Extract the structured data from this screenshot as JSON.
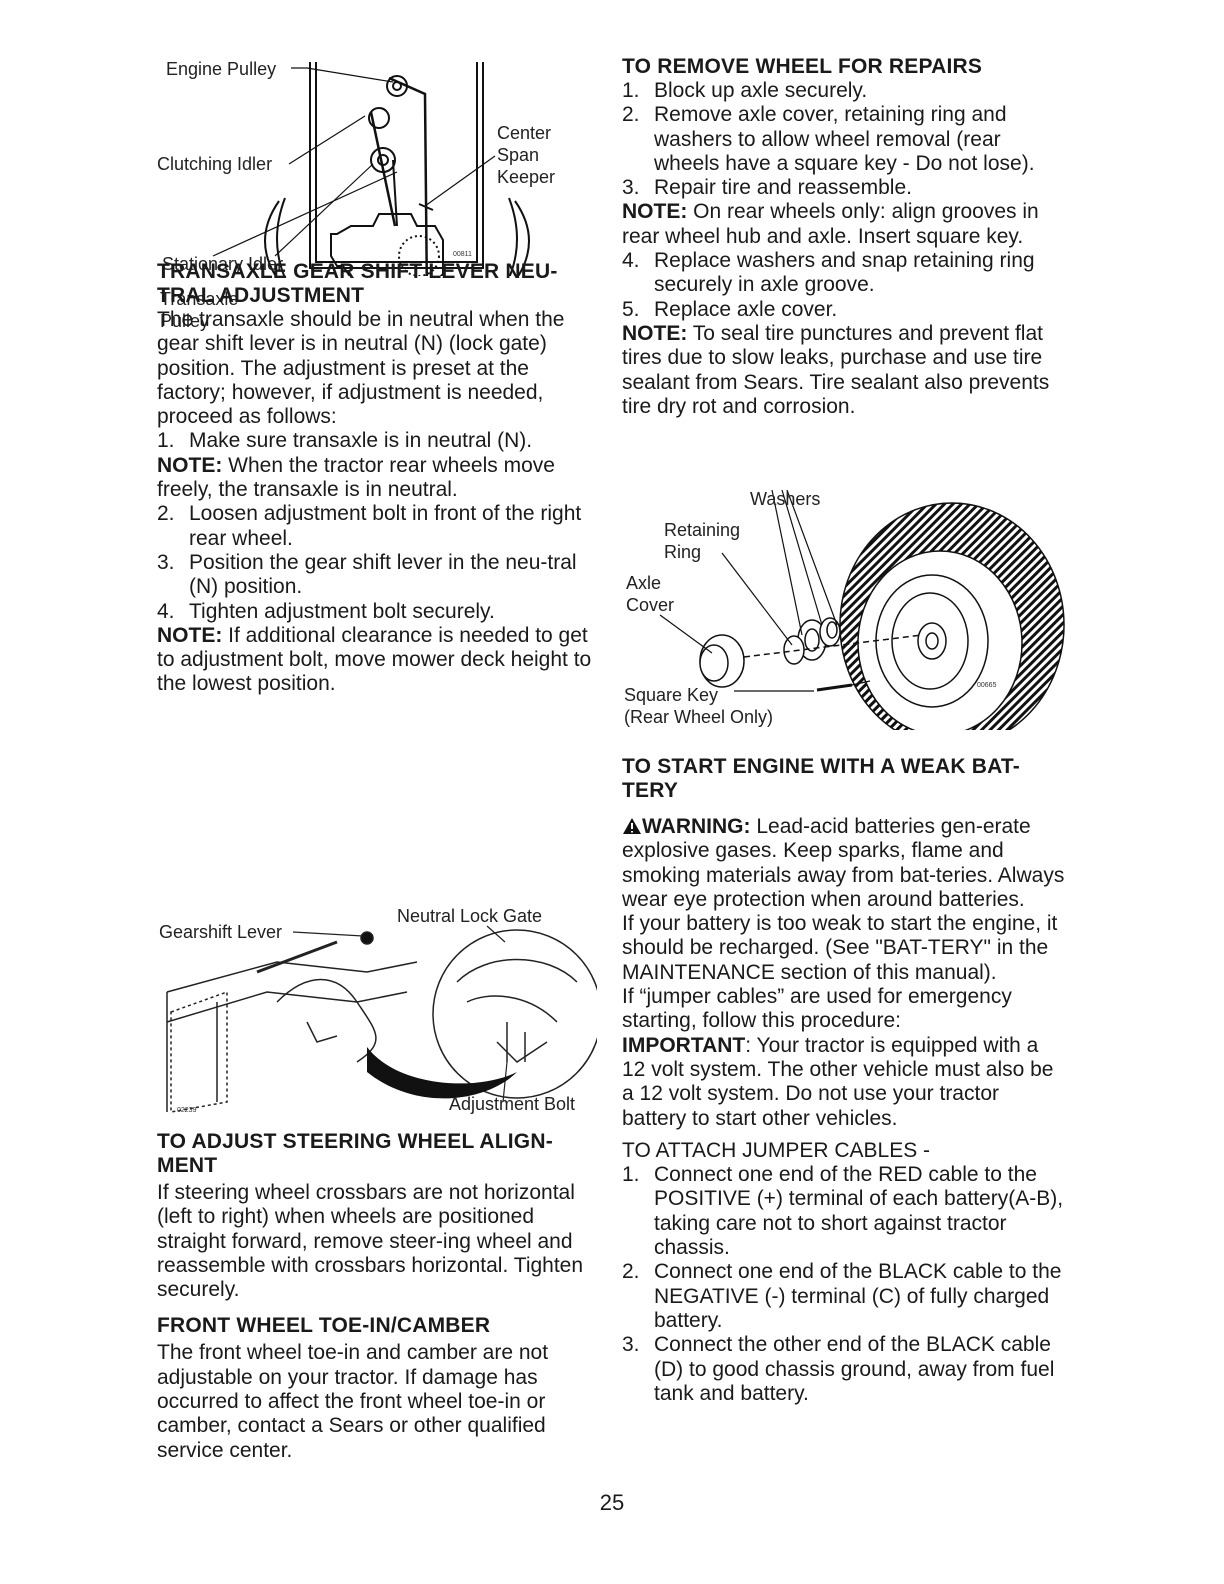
{
  "fig1": {
    "engine_pulley": "Engine Pulley",
    "clutching_idler": "Clutching Idler",
    "center_span_keeper": [
      "Center",
      "Span",
      "Keeper"
    ],
    "stationary_idler": "Stationary Idler",
    "transaxle_pulley": [
      "Transaxle",
      "Pulley"
    ],
    "code": "00811"
  },
  "transaxle": {
    "heading": [
      "TRANSAXLE GEAR SHIFT LEVER NEU-",
      "TRAL ADJUSTMENT"
    ],
    "intro": "The transaxle should be in neutral when the gear shift lever is in neutral (N) (lock gate) position. The adjustment is preset at the factory; however, if adjustment is needed, proceed as follows:",
    "step1": "Make sure transaxle is in neutral (N).",
    "note1_label": "NOTE:",
    "note1": " When the tractor rear wheels move freely, the transaxle is in neutral.",
    "step2": "Loosen adjustment bolt in front of the right rear wheel.",
    "step3": "Position the gear shift lever in the neu-tral (N) position.",
    "step4": "Tighten adjustment bolt securely.",
    "note2_label": "NOTE:",
    "note2": " If additional clearance is needed to get to adjustment bolt, move mower deck height to the lowest position."
  },
  "fig2": {
    "gearshift_lever": "Gearshift Lever",
    "neutral_lock_gate": "Neutral Lock Gate",
    "adjustment_bolt": "Adjustment Bolt",
    "code": "02239"
  },
  "steering": {
    "heading": [
      "TO ADJUST STEERING WHEEL ALIGN-",
      "MENT"
    ],
    "body": "If steering wheel crossbars are not horizontal (left to right) when wheels are positioned straight forward, remove steer-ing wheel and reassemble with crossbars horizontal. Tighten securely."
  },
  "toein": {
    "heading": "FRONT WHEEL TOE-IN/CAMBER",
    "body": "The front wheel toe-in and camber are not adjustable on your tractor. If damage has occurred to affect the front wheel toe-in or camber, contact a Sears or other qualified service center."
  },
  "remove_wheel": {
    "heading": "TO REMOVE WHEEL FOR REPAIRS",
    "step1": "Block up axle securely.",
    "step2": "Remove axle cover, retaining ring and washers to allow wheel removal (rear wheels have a square key - Do not lose).",
    "step3": "Repair tire and reassemble.",
    "note1_label": "NOTE:",
    "note1": " On rear wheels only: align grooves in rear wheel hub and axle. Insert square key.",
    "step4": "Replace washers and snap retaining ring securely in axle groove.",
    "step5": "Replace axle cover.",
    "note2_label": "NOTE:",
    "note2": " To seal tire punctures and prevent flat tires due to slow leaks, purchase and use tire sealant from Sears. Tire sealant also prevents tire dry rot and corrosion."
  },
  "fig3": {
    "washers": "Washers",
    "retaining_ring": [
      "Retaining",
      "Ring"
    ],
    "axle_cover": [
      "Axle",
      "Cover"
    ],
    "square_key": "Square Key",
    "rear_wheel_only": "(Rear Wheel Only)",
    "code": "00665"
  },
  "weak_battery": {
    "heading": [
      "TO START ENGINE WITH A WEAK BAT-",
      "TERY"
    ],
    "warning_label": "WARNING:",
    "warning": " Lead-acid batteries gen-erate explosive gases. Keep sparks, flame and smoking materials away from bat-teries. Always wear eye protection when around batteries.",
    "para1": "If your battery is too weak to start the engine, it should be recharged. (See \"BAT-TERY\" in the MAINTENANCE section of this manual).",
    "para2": "If “jumper cables” are used for emergency starting, follow this procedure:",
    "important_label": "IMPORTANT",
    "important": ": Your tractor is equipped with a 12 volt system. The other vehicle must also be a 12 volt system. Do not use your tractor battery to start other vehicles.",
    "attach_heading": "TO ATTACH JUMPER CABLES -",
    "step1": "Connect one end of the RED cable to the POSITIVE (+) terminal of each battery(A-B), taking care not to short against tractor chassis.",
    "step2": "Connect one end of the BLACK cable to the NEGATIVE (-) terminal (C) of fully charged battery.",
    "step3": "Connect the other end of the BLACK cable (D) to good chassis ground, away from fuel tank and battery."
  },
  "page_number": "25"
}
